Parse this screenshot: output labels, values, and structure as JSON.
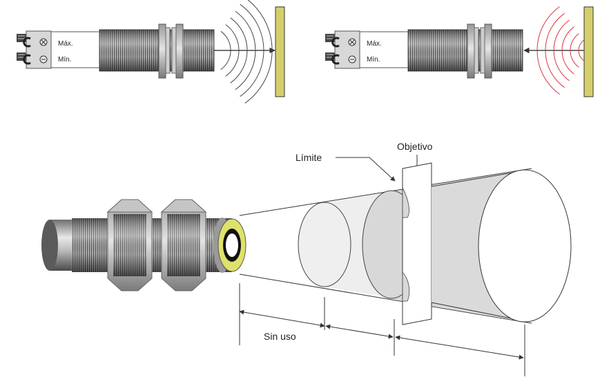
{
  "sensor_emit": {
    "max_label": "Máx.",
    "min_label": "Mín."
  },
  "sensor_receive": {
    "max_label": "Máx.",
    "min_label": "Mín."
  },
  "diagram": {
    "target_label": "Objetivo",
    "limit_label": "Límite",
    "unused_label": "Sin uso"
  },
  "colors": {
    "target_fill": "#d4cf6b",
    "echo_wave": "#e0303a",
    "emit_wave": "#444444",
    "sensor_face": "#dde26a"
  }
}
